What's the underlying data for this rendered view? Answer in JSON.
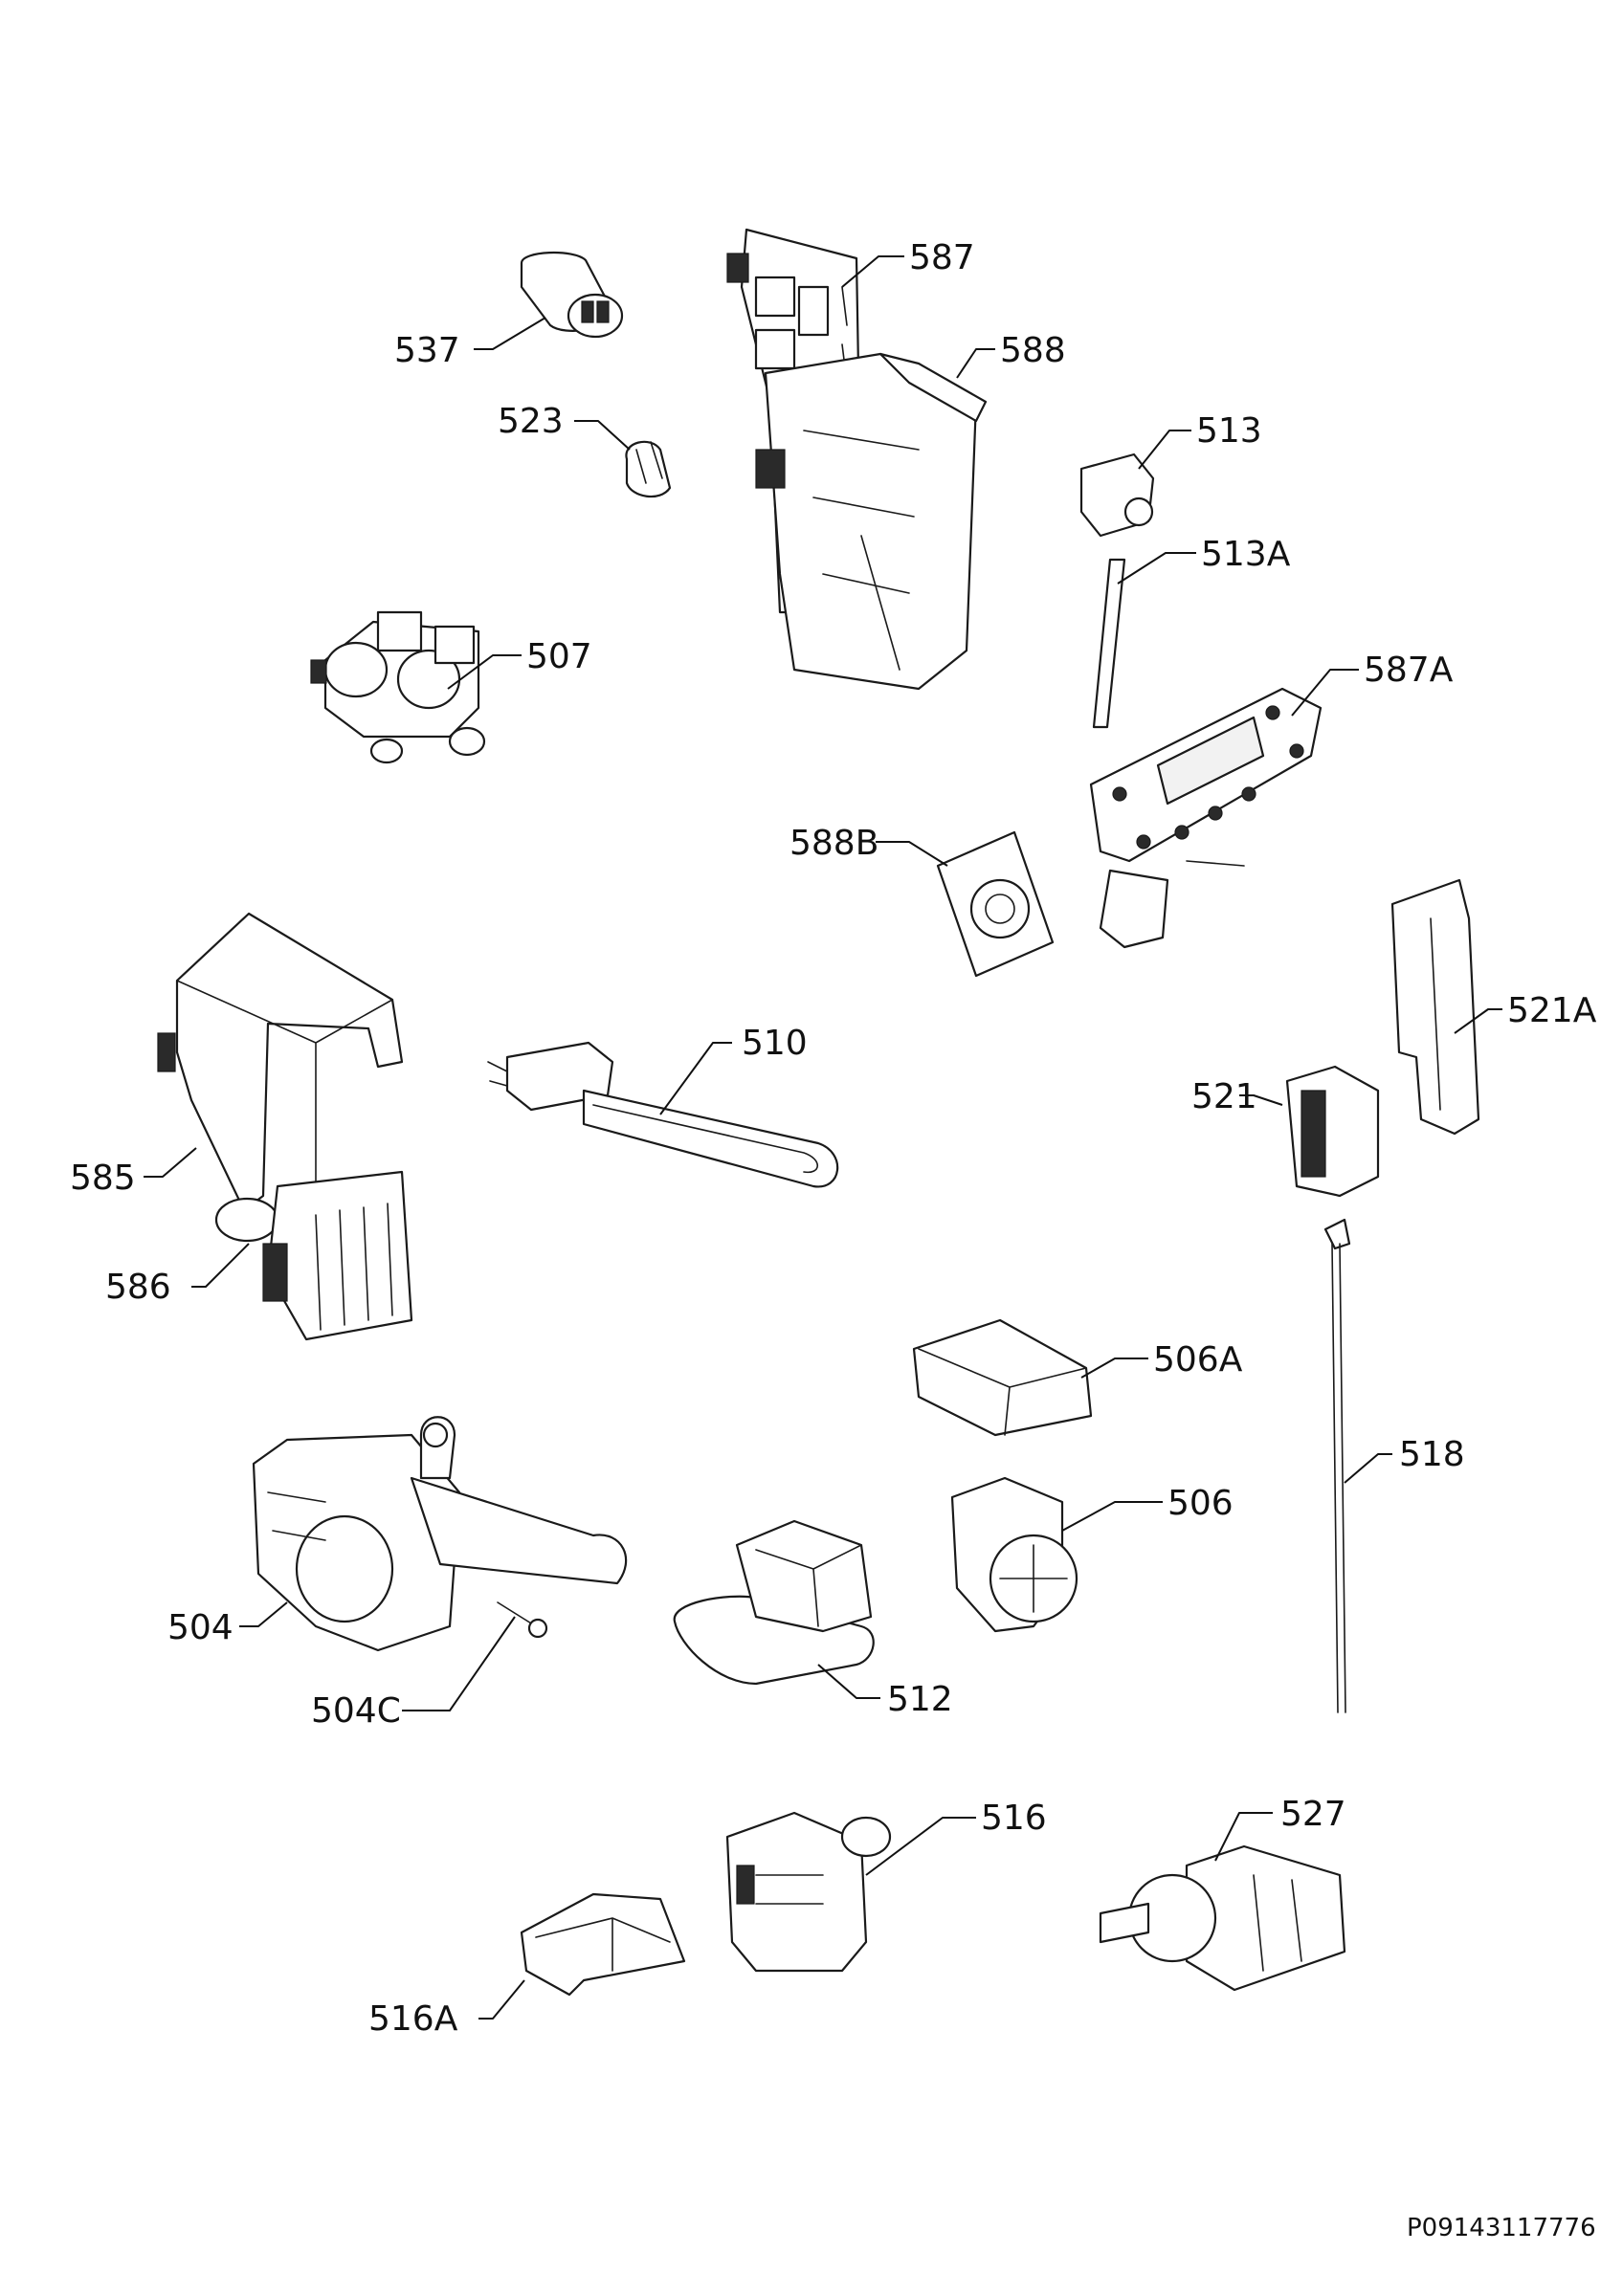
{
  "parts": [
    {
      "id": "537",
      "label": "537"
    },
    {
      "id": "523",
      "label": "523"
    },
    {
      "id": "587",
      "label": "587"
    },
    {
      "id": "588",
      "label": "588"
    },
    {
      "id": "513",
      "label": "513"
    },
    {
      "id": "513A",
      "label": "513A"
    },
    {
      "id": "507",
      "label": "507"
    },
    {
      "id": "587A",
      "label": "587A"
    },
    {
      "id": "588B",
      "label": "588B"
    },
    {
      "id": "510",
      "label": "510"
    },
    {
      "id": "521A",
      "label": "521A"
    },
    {
      "id": "521",
      "label": "521"
    },
    {
      "id": "585",
      "label": "585"
    },
    {
      "id": "586",
      "label": "586"
    },
    {
      "id": "506A",
      "label": "506A"
    },
    {
      "id": "518",
      "label": "518"
    },
    {
      "id": "506",
      "label": "506"
    },
    {
      "id": "504",
      "label": "504"
    },
    {
      "id": "504C",
      "label": "504C"
    },
    {
      "id": "512",
      "label": "512"
    },
    {
      "id": "516",
      "label": "516"
    },
    {
      "id": "527",
      "label": "527"
    },
    {
      "id": "516A",
      "label": "516A"
    }
  ],
  "document_number": "P09143117776"
}
